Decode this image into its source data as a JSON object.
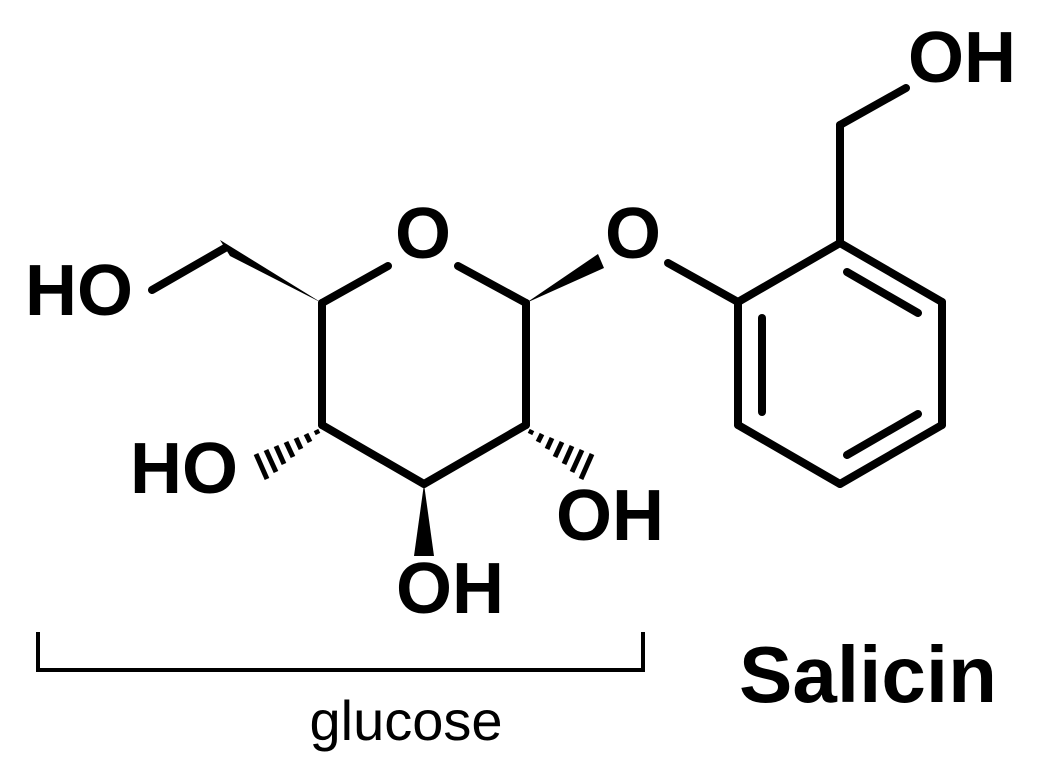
{
  "molecule_name": "Salicin",
  "fragment_label": "glucose",
  "atoms": {
    "ring_oxygen": "O",
    "glycosidic_oxygen": "O",
    "ch2oh_left": "HO",
    "ch2oh_right": "OH",
    "c4_oh": "HO",
    "c3_oh": "OH",
    "c2_oh": "OH"
  }
}
